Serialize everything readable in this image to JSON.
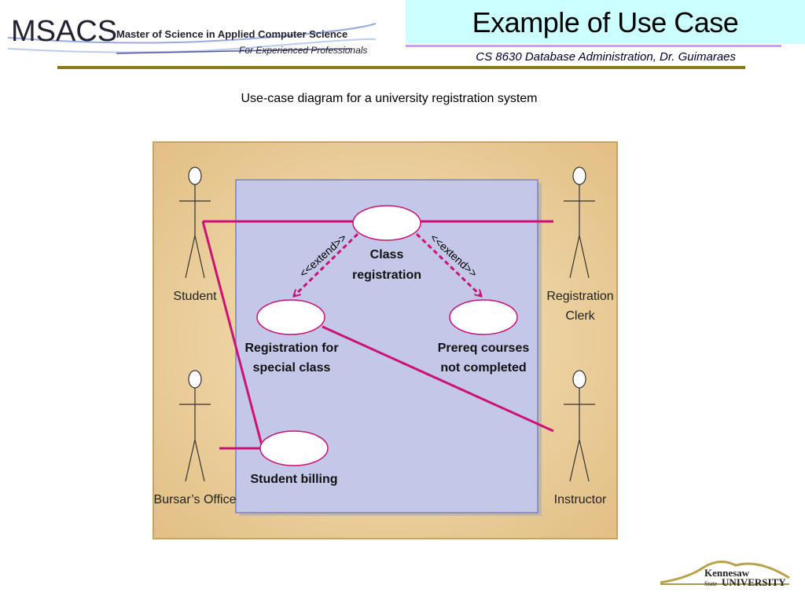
{
  "header": {
    "logo_letters": "MSACS",
    "logo_program": "Master of Science in Applied Computer Science",
    "logo_tagline": "For Experienced Professionals",
    "slide_title": "Example of Use Case",
    "course_line": "CS 8630 Database Administration, Dr. Guimaraes"
  },
  "caption": "Use-case diagram for a university registration system",
  "diagram": {
    "actors": {
      "student": "Student",
      "clerk_line1": "Registration",
      "clerk_line2": "Clerk",
      "bursar": "Bursar’s Office",
      "instructor": "Instructor"
    },
    "use_cases": {
      "class_reg_line1": "Class",
      "class_reg_line2": "registration",
      "special_line1": "Registration for",
      "special_line2": "special class",
      "prereq_line1": "Prereq courses",
      "prereq_line2": "not completed",
      "billing": "Student billing"
    },
    "extend_label": "<<extend>>",
    "colors": {
      "frame": "#e8c88e",
      "system_box": "#c3c8e8",
      "association": "#cc1177",
      "extend": "#cc1177"
    }
  },
  "footer": {
    "univ_line1": "Kennesaw",
    "univ_line2": "State",
    "univ_line3": "UNIVERSITY"
  }
}
